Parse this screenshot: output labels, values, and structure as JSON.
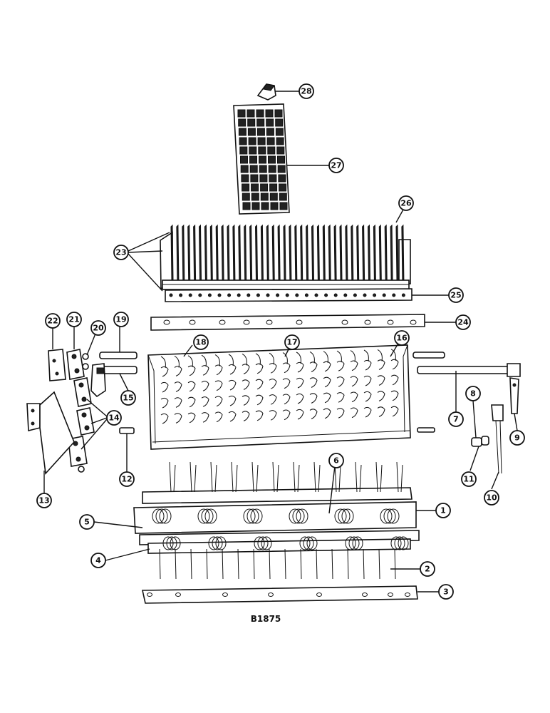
{
  "figure_code": "B1875",
  "callouts": [
    "1",
    "2",
    "3",
    "4",
    "5",
    "6",
    "7",
    "8",
    "9",
    "10",
    "11",
    "12",
    "13",
    "14",
    "15",
    "16",
    "17",
    "18",
    "19",
    "20",
    "21",
    "22",
    "23",
    "24",
    "25",
    "26",
    "27",
    "28"
  ]
}
